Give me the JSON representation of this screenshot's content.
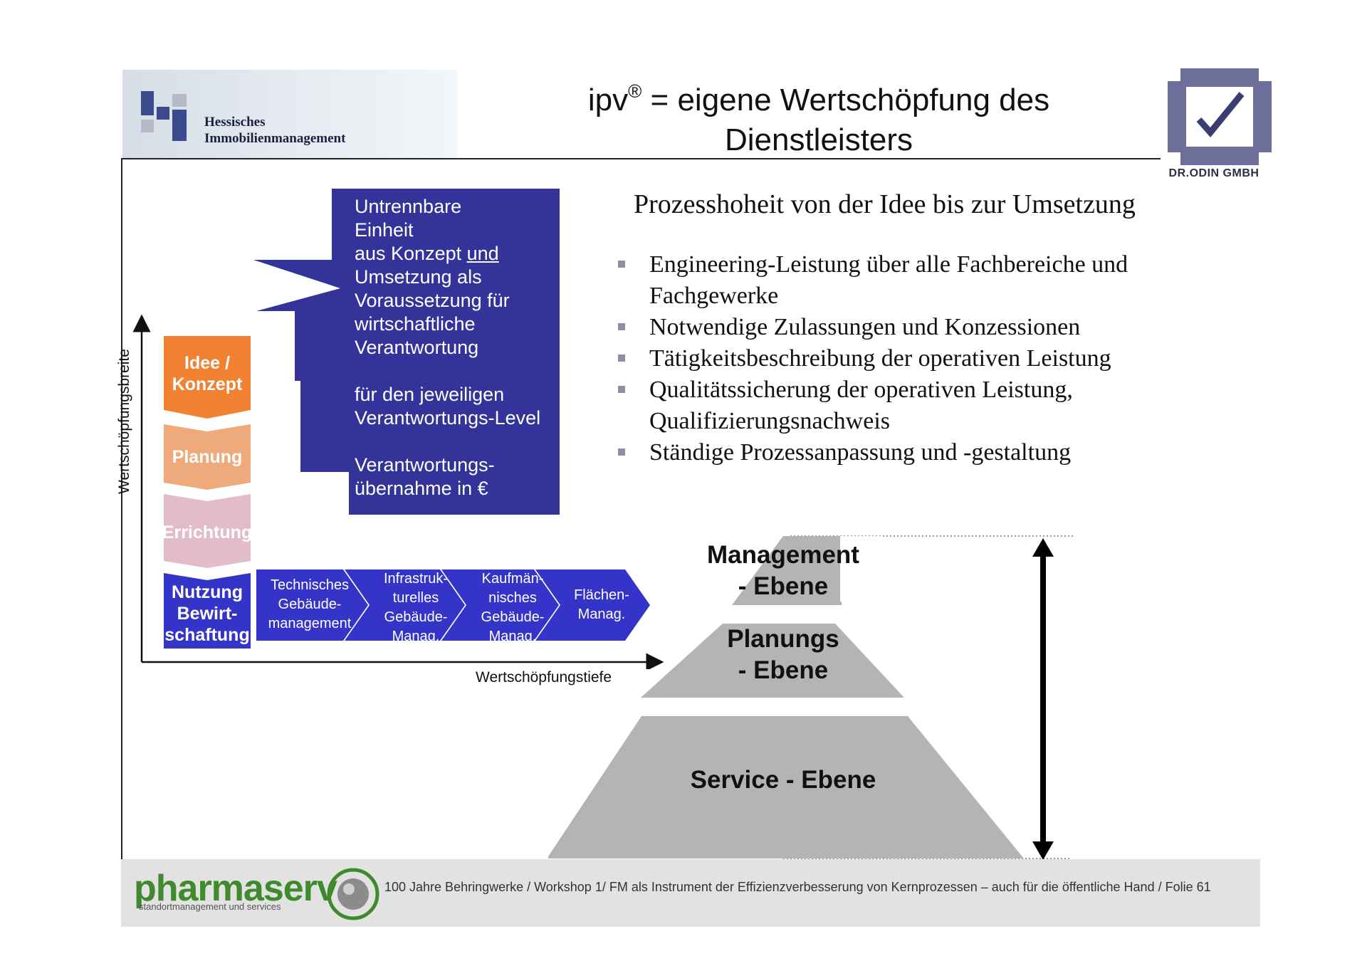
{
  "header": {
    "title_prefix": "ipv",
    "title_reg": "®",
    "title_line1_rest": " = eigene Wertschöpfung des",
    "title_line2": "Dienstleisters",
    "hessisches_line1": "Hessisches",
    "hessisches_line2": "Immobilienmanagement",
    "odin_company": "DR.ODIN GMBH"
  },
  "callout": {
    "block1": [
      "Untrennbare",
      "Einheit"
    ],
    "line3_pre": "aus Konzept ",
    "line3_und": "und",
    "block1_rest": [
      "Umsetzung als",
      "Voraussetzung für",
      "wirtschaftliche",
      "Verantwortung"
    ],
    "block2": [
      "für den jeweiligen",
      "Verantwortungs-Level"
    ],
    "block3": [
      "Verantwortungs-",
      "übernahme in €"
    ]
  },
  "stages": {
    "idee_l1": "Idee /",
    "idee_l2": "Konzept",
    "planung": "Planung",
    "errichtung": "Errichtung",
    "nutzung_l1": "Nutzung",
    "nutzung_l2": "Bewirt-",
    "nutzung_l3": "schaftung"
  },
  "chevrons": [
    {
      "l1": "Technisches",
      "l2": "Gebäude-",
      "l3": "management"
    },
    {
      "l1": "Infrastruk-",
      "l2": "turelles",
      "l3": "Gebäude-",
      "l4": "Manag."
    },
    {
      "l1": "Kaufmän-",
      "l2": "nisches",
      "l3": "Gebäude-",
      "l4": "Manag."
    },
    {
      "l1": "Flächen-",
      "l2": "Manag."
    }
  ],
  "axes": {
    "x_label": "Wertschöpfungstiefe",
    "y_label": "Wertschöpfungsbreite"
  },
  "process": {
    "heading": "Prozesshoheit von der Idee bis zur Umsetzung",
    "bullets": [
      "Engineering-Leistung über alle Fachbereiche und Fachgewerke",
      "Notwendige Zulassungen und Konzessionen",
      "Tätigkeitsbeschreibung der operativen Leistung",
      "Qualitätssicherung der operativen Leistung, Qualifizierungsnachweis",
      "Ständige Prozessanpassung und -gestaltung"
    ]
  },
  "pyramid": {
    "top_l1": "Management",
    "top_l2": "- Ebene",
    "mid_l1": "Planungs",
    "mid_l2": "- Ebene",
    "bottom": "Service - Ebene"
  },
  "footer": {
    "brand": "pharmaserv",
    "brand_sub": "standortmanagement und services",
    "text": "100 Jahre Behringwerke / Workshop 1/ FM als Instrument der Effizienzverbesserung von Kernprozessen – auch für die öffentliche Hand / Folie 61"
  },
  "colors": {
    "blue": "#33339a",
    "blue_bright": "#3434c9",
    "orange": "#f08232",
    "orange_light": "#eeaa7a",
    "pink_light": "#e2bcc6",
    "gray_pyramid": "#b4b4b4",
    "footer_gray": "#e2e2e2"
  },
  "icons": [
    "hessisches-logo-icon",
    "odin-checkmark-icon",
    "pharmaserv-globe-icon",
    "double-arrow-icon"
  ]
}
